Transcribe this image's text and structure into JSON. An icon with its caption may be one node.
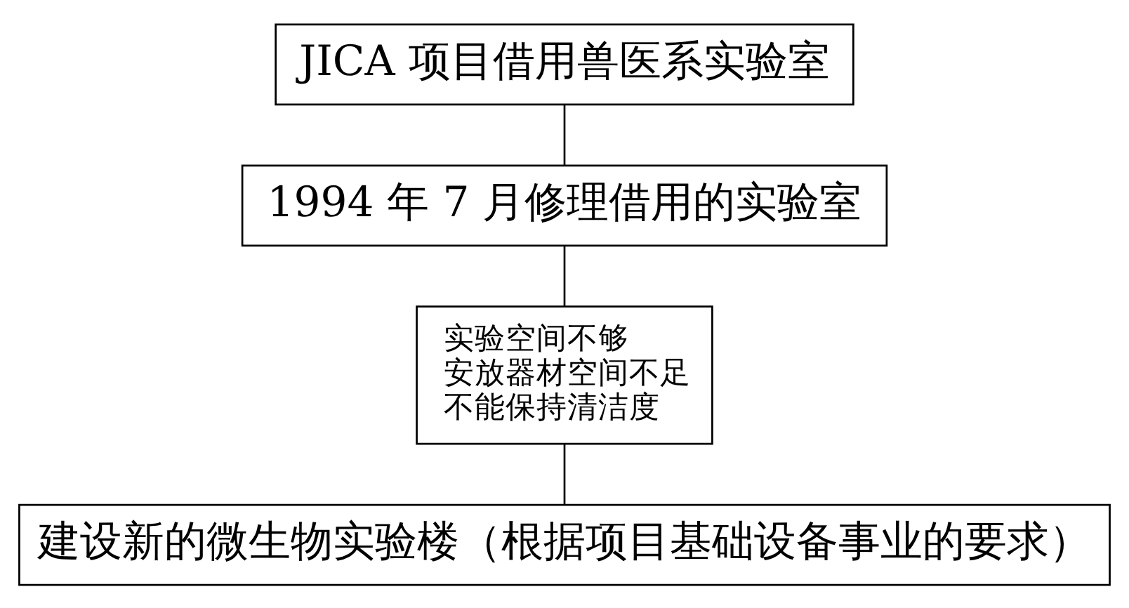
{
  "diagram": {
    "nodes": [
      {
        "text": [
          "JICA 项目借用兽医系实验室"
        ]
      },
      {
        "text": [
          "1994 年 7 月修理借用的实验室"
        ]
      },
      {
        "text": [
          "实验空间不够",
          "安放器材空间不足",
          "不能保持清洁度"
        ]
      },
      {
        "text": [
          "建设新的微生物实验楼（根据项目基础设备事业的要求）"
        ]
      }
    ],
    "edges": [
      {
        "from": 0,
        "to": 1,
        "arrow": "none"
      },
      {
        "from": 1,
        "to": 2,
        "arrow": "none"
      },
      {
        "from": 2,
        "to": 3,
        "arrow": "none"
      }
    ]
  }
}
